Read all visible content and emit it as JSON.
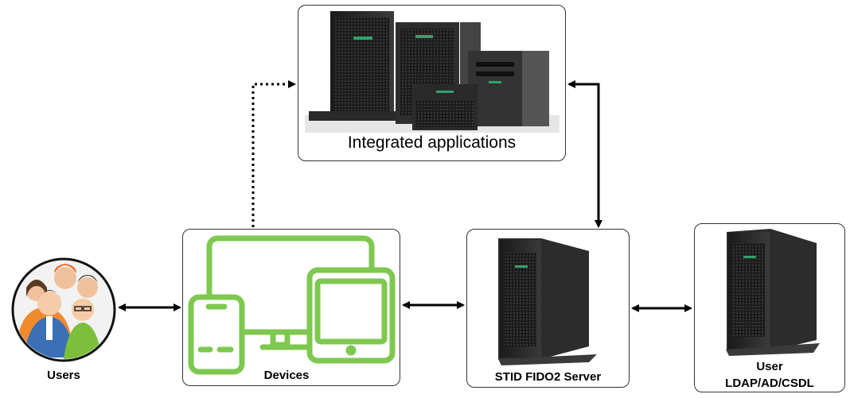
{
  "diagram": {
    "top_box": {
      "label": "Integrated applications"
    },
    "users": {
      "label": "Users"
    },
    "devices": {
      "label": "Devices"
    },
    "server": {
      "label": "STID FIDO2 Server"
    },
    "directory": {
      "label_line1": "User",
      "label_line2": "LDAP/AD/CSDL"
    }
  },
  "colors": {
    "device_green": "#7ec850",
    "tower_dark": "#222222",
    "hpe_green": "#2fa36b"
  }
}
